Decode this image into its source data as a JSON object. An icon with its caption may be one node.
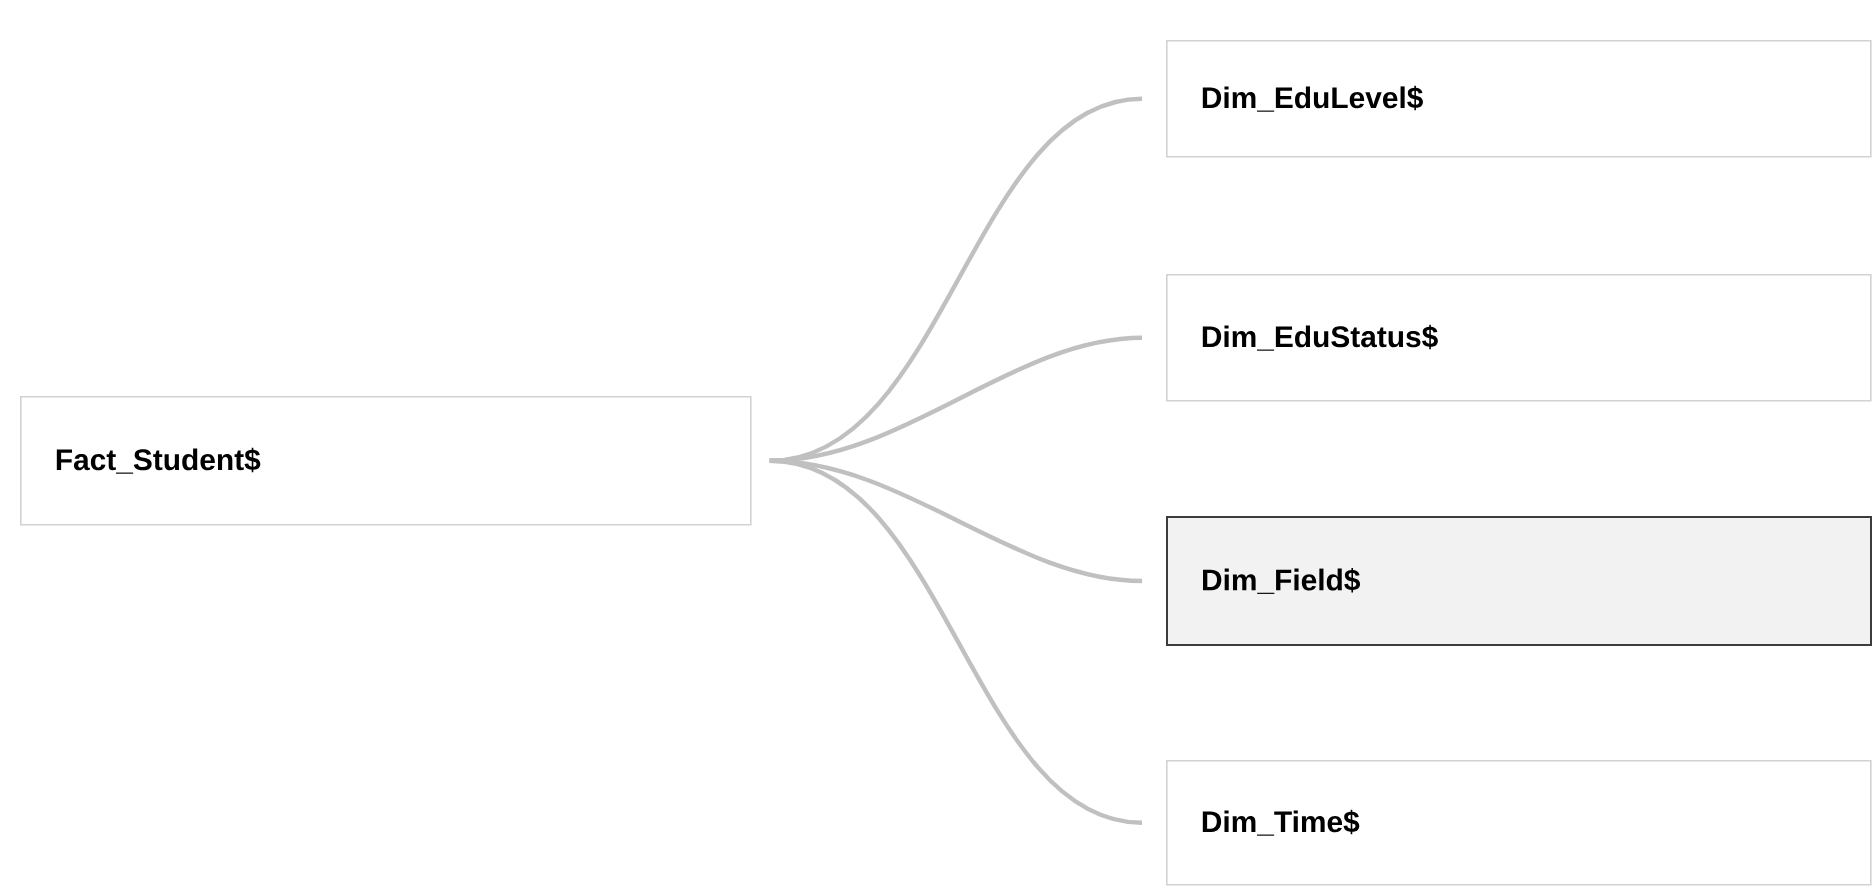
{
  "diagram": {
    "nodes": [
      {
        "text": [
          "Fact_Student$"
        ]
      },
      {
        "text": [
          "Dim_EduLevel$"
        ]
      },
      {
        "text": [
          "Dim_EduStatus$"
        ]
      },
      {
        "text": [
          "Dim_Field$"
        ]
      },
      {
        "text": [
          "Dim_Time$"
        ]
      }
    ],
    "edges": [
      {
        "from": 0,
        "to": 1,
        "arrow": "none"
      },
      {
        "from": 0,
        "to": 2,
        "arrow": "none"
      },
      {
        "from": 0,
        "to": 3,
        "arrow": "none"
      },
      {
        "from": 0,
        "to": 4,
        "arrow": "none"
      }
    ]
  }
}
